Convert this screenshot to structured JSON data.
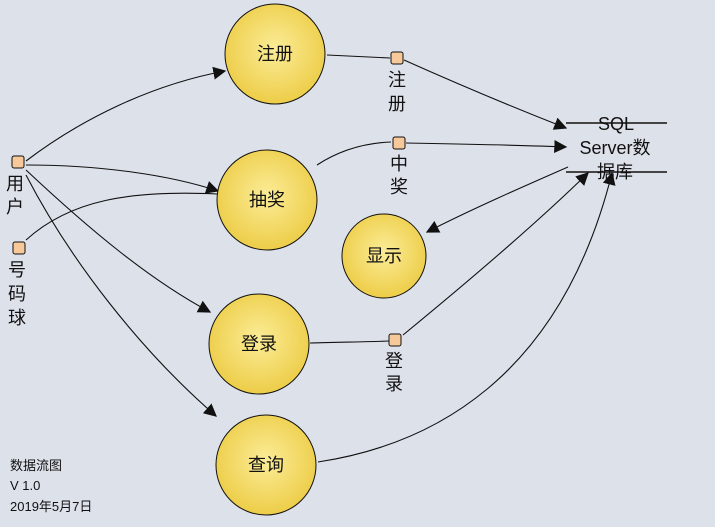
{
  "processes": {
    "register": "注册",
    "lottery": "抽奖",
    "display": "显示",
    "login": "登录",
    "query": "查询"
  },
  "entities": {
    "user": [
      "用",
      "户"
    ],
    "number_ball": [
      "号",
      "码",
      "球"
    ]
  },
  "flows": {
    "register": [
      "注",
      "册"
    ],
    "win": [
      "中",
      "奖"
    ],
    "login": [
      "登",
      "录"
    ]
  },
  "data_store": {
    "line1": "SQL",
    "line2": "Server数",
    "line3": "据库"
  },
  "footer": {
    "title": "数据流图",
    "version": "V 1.0",
    "date": "2019年5月7日"
  },
  "colors": {
    "background": "#dde1ea",
    "process_fill_center": "#fbe98a",
    "process_fill_edge": "#eccc45",
    "node_fill": "#f7c99a",
    "stroke": "#111111"
  }
}
